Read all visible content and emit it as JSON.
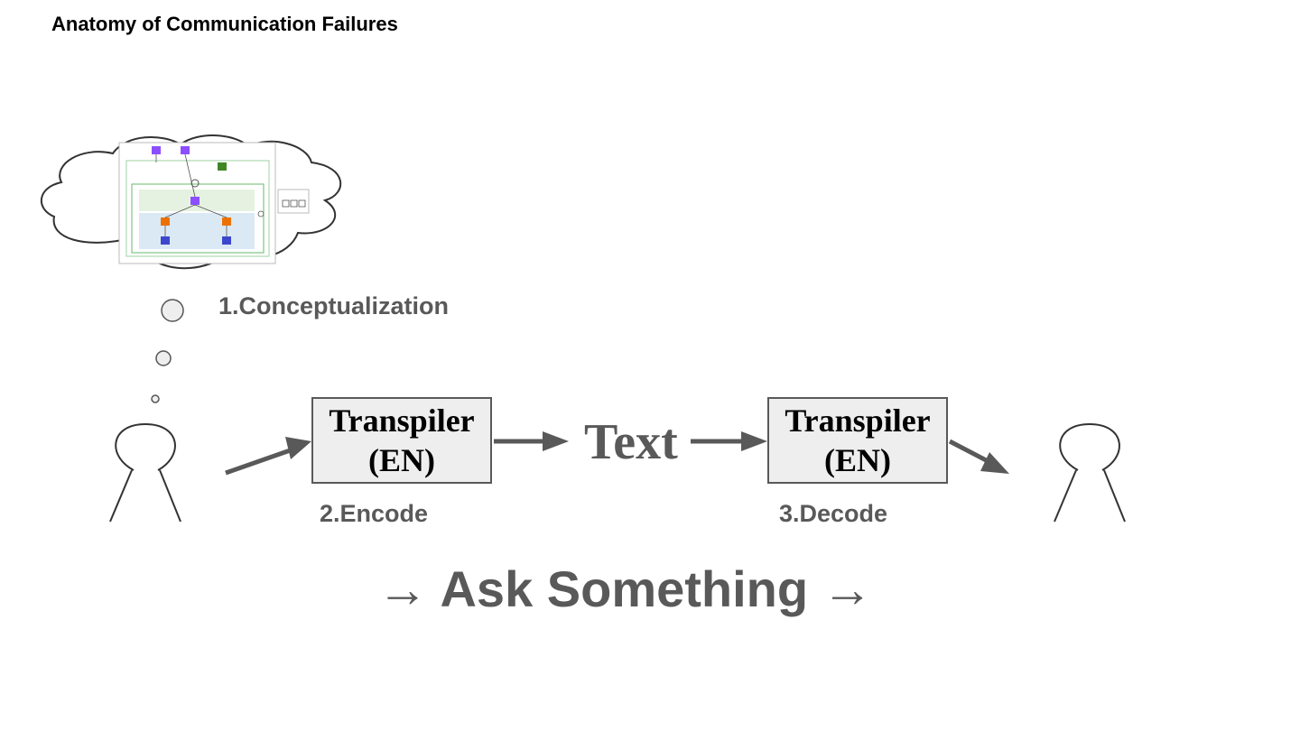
{
  "title": "Anatomy of Communication Failures",
  "steps": {
    "conceptualization": "1.Conceptualization",
    "encode": "2.Encode",
    "decode": "3.Decode"
  },
  "encoder": {
    "line1": "Transpiler",
    "line2": "(EN)"
  },
  "decoder": {
    "line1": "Transpiler",
    "line2": "(EN)"
  },
  "message": "Text",
  "ask": {
    "arrow_left": "→",
    "text": "Ask Something",
    "arrow_right": "→"
  },
  "colors": {
    "arrow": "#595959",
    "box_fill": "#eeeeee",
    "label": "#595959"
  },
  "icons": {
    "thought_cloud": "thought-cloud-icon",
    "thumbnail": "architecture-diagram-thumbnail",
    "sender": "person-icon",
    "receiver": "person-icon"
  }
}
